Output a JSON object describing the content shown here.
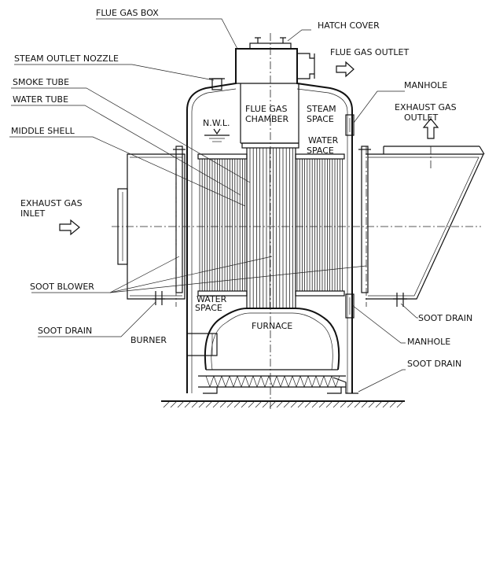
{
  "labels": {
    "flue_gas_box": "FLUE GAS BOX",
    "hatch_cover": "HATCH COVER",
    "steam_outlet_nozzle": "STEAM OUTLET NOZZLE",
    "flue_gas_outlet": "FLUE GAS OUTLET",
    "smoke_tube": "SMOKE TUBE",
    "manhole_top": "MANHOLE",
    "water_tube": "WATER TUBE",
    "exhaust_gas_outlet_1": "EXHAUST GAS",
    "exhaust_gas_outlet_2": "OUTLET",
    "middle_shell": "MIDDLE SHELL",
    "nwl": "N.W.L.",
    "flue_gas_chamber_1": "FLUE GAS",
    "flue_gas_chamber_2": "CHAMBER",
    "steam_space_1": "STEAM",
    "steam_space_2": "SPACE",
    "water_space_top_1": "WATER",
    "water_space_top_2": "SPACE",
    "exhaust_gas_inlet_1": "EXHAUST GAS",
    "exhaust_gas_inlet_2": "INLET",
    "soot_blower": "SOOT BLOWER",
    "water_space_bottom_1": "WATER",
    "water_space_bottom_2": "SPACE",
    "soot_drain_right": "SOOT DRAIN",
    "soot_drain_left": "SOOT DRAIN",
    "furnace": "FURNACE",
    "burner": "BURNER",
    "manhole_bottom": "MANHOLE",
    "soot_drain_bottom": "SOOT DRAIN"
  }
}
